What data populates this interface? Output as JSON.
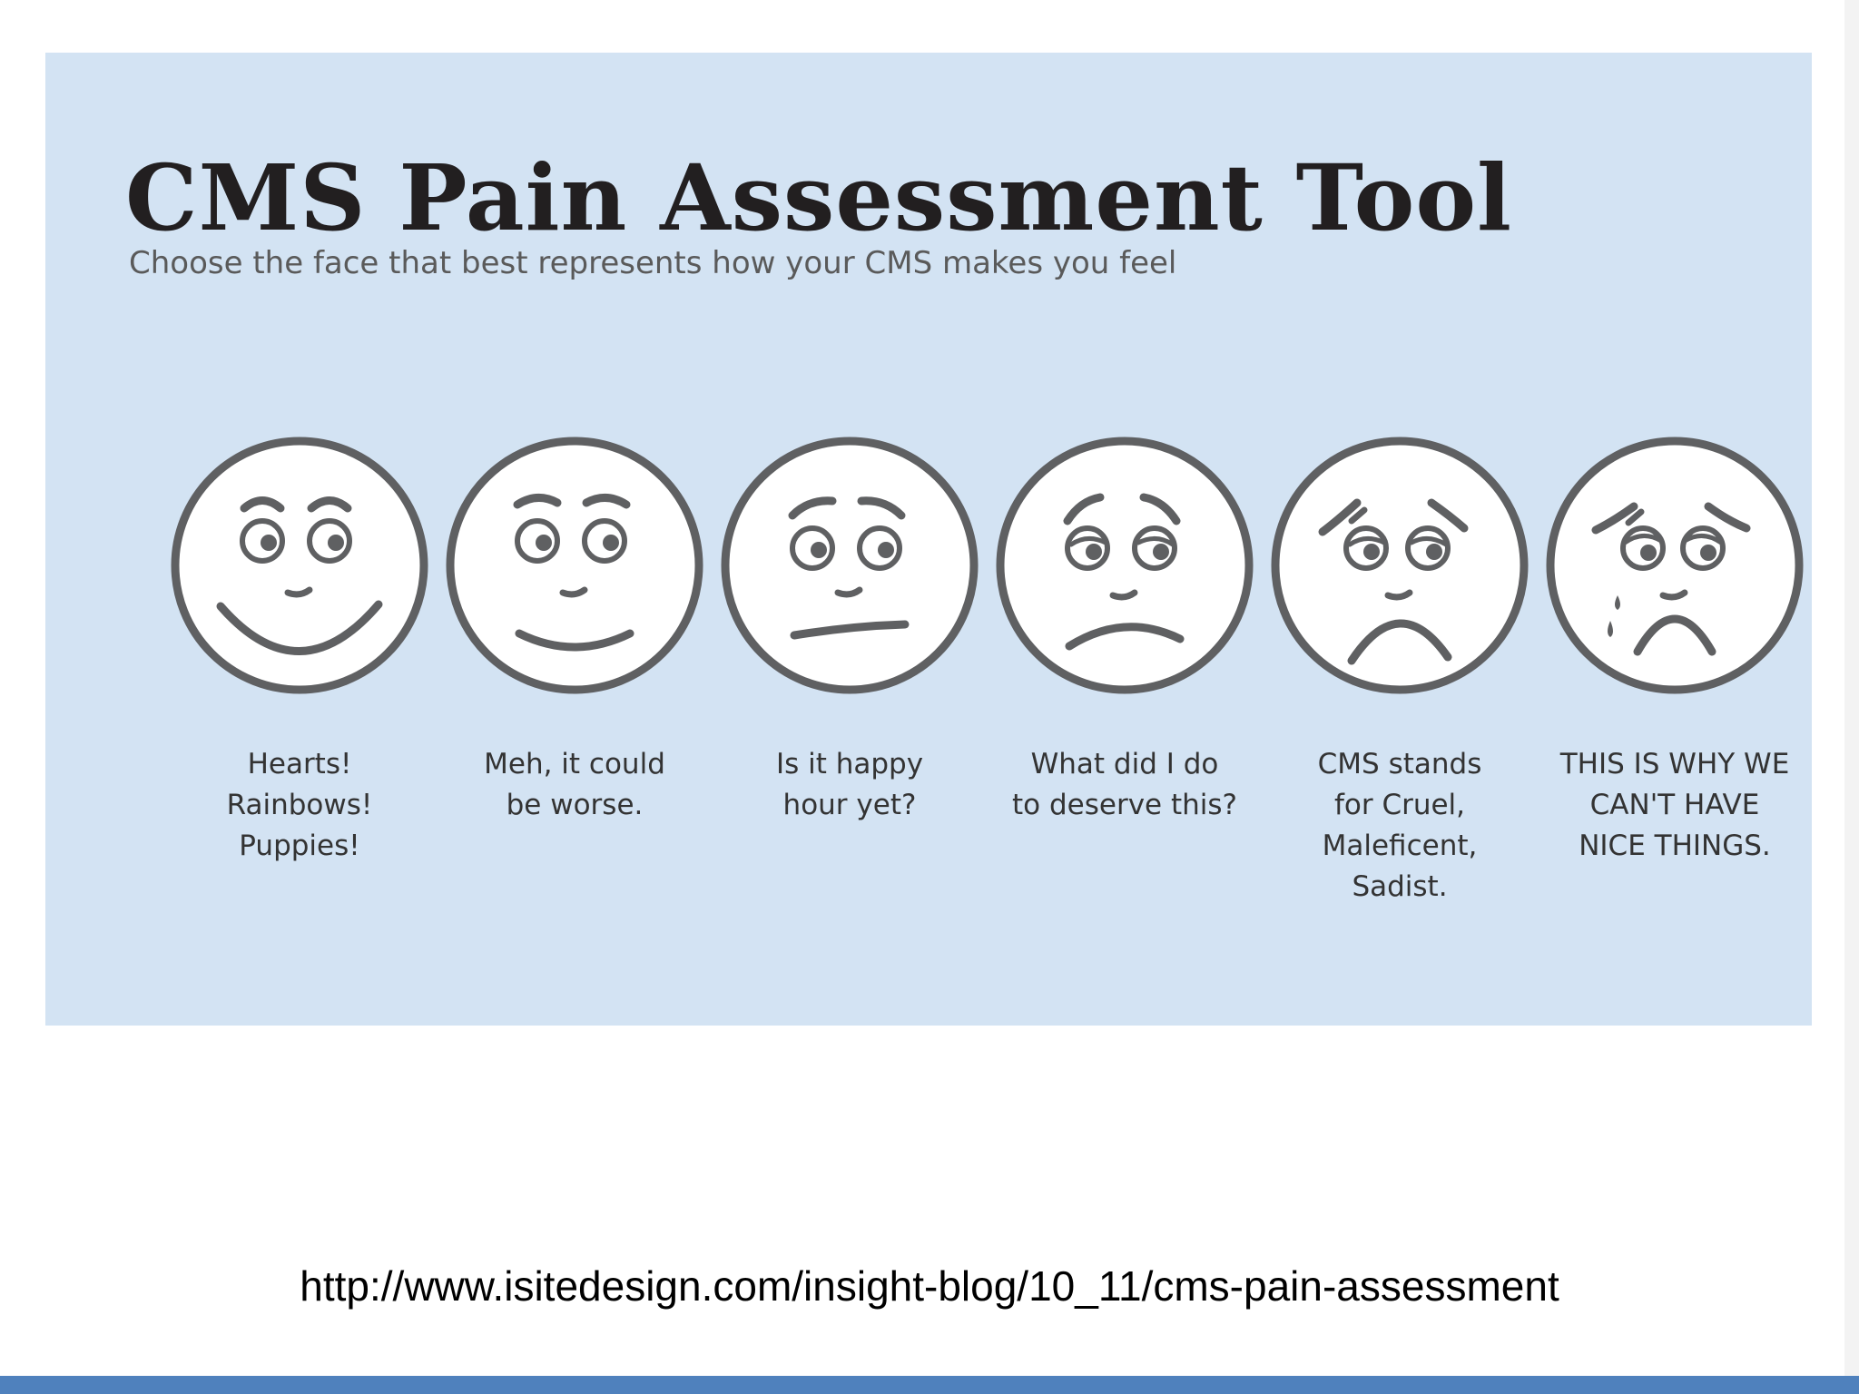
{
  "title": "CMS Pain Assessment Tool",
  "subtitle": "Choose the face that best represents how your CMS makes you feel",
  "faces": [
    {
      "icon": "very-happy-face-icon",
      "caption": "Hearts!\nRainbows!\nPuppies!"
    },
    {
      "icon": "content-face-icon",
      "caption": "Meh, it could\nbe worse."
    },
    {
      "icon": "neutral-face-icon",
      "caption": "Is it happy\nhour yet?"
    },
    {
      "icon": "sad-face-icon",
      "caption": "What did I do\nto deserve this?"
    },
    {
      "icon": "very-sad-face-icon",
      "caption": "CMS stands\nfor Cruel,\nMaleficent,\nSadist."
    },
    {
      "icon": "crying-face-icon",
      "caption": "THIS IS WHY WE\nCAN'T HAVE\nNICE THINGS."
    }
  ],
  "source_url": "http://www.isitedesign.com/insight-blog/10_11/cms-pain-assessment",
  "colors": {
    "panel": "#d3e3f3",
    "face_stroke": "#5f6062",
    "footer_bar": "#4f81bd"
  }
}
